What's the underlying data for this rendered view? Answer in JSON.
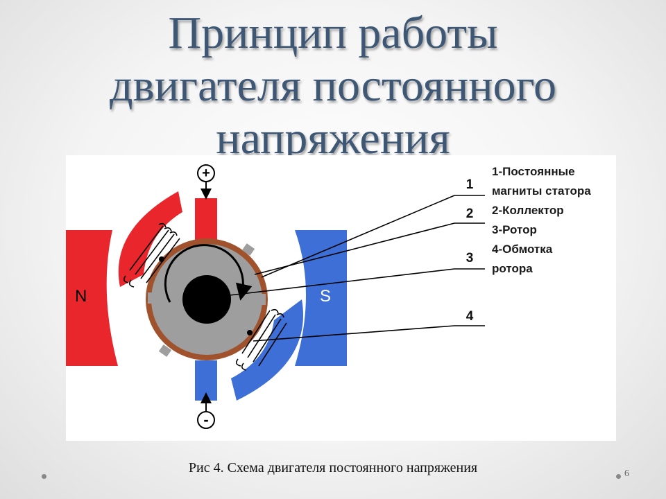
{
  "title": {
    "line1": "Принцип работы",
    "line2": "двигателя постоянного",
    "line3": "напряжения"
  },
  "legend": {
    "line1": "1-Постоянные",
    "line2": "магниты статора",
    "line3": "2-Коллектор",
    "line4": "3-Ротор",
    "line5": "4-Обмотка",
    "line6": "ротора"
  },
  "callouts": [
    "1",
    "2",
    "3",
    "4"
  ],
  "poles": {
    "north": "N",
    "south": "S"
  },
  "terminals": {
    "positive": "+",
    "negative": "-"
  },
  "caption": "Рис 4. Схема двигателя постоянного  напряжения",
  "page_number": "6",
  "colors": {
    "title": "#3e5775",
    "north_pole": "#e8262b",
    "south_pole": "#3d6fd6",
    "commutator": "#a0522d",
    "rotor": "#9e9e9e",
    "shaft": "#000000"
  }
}
